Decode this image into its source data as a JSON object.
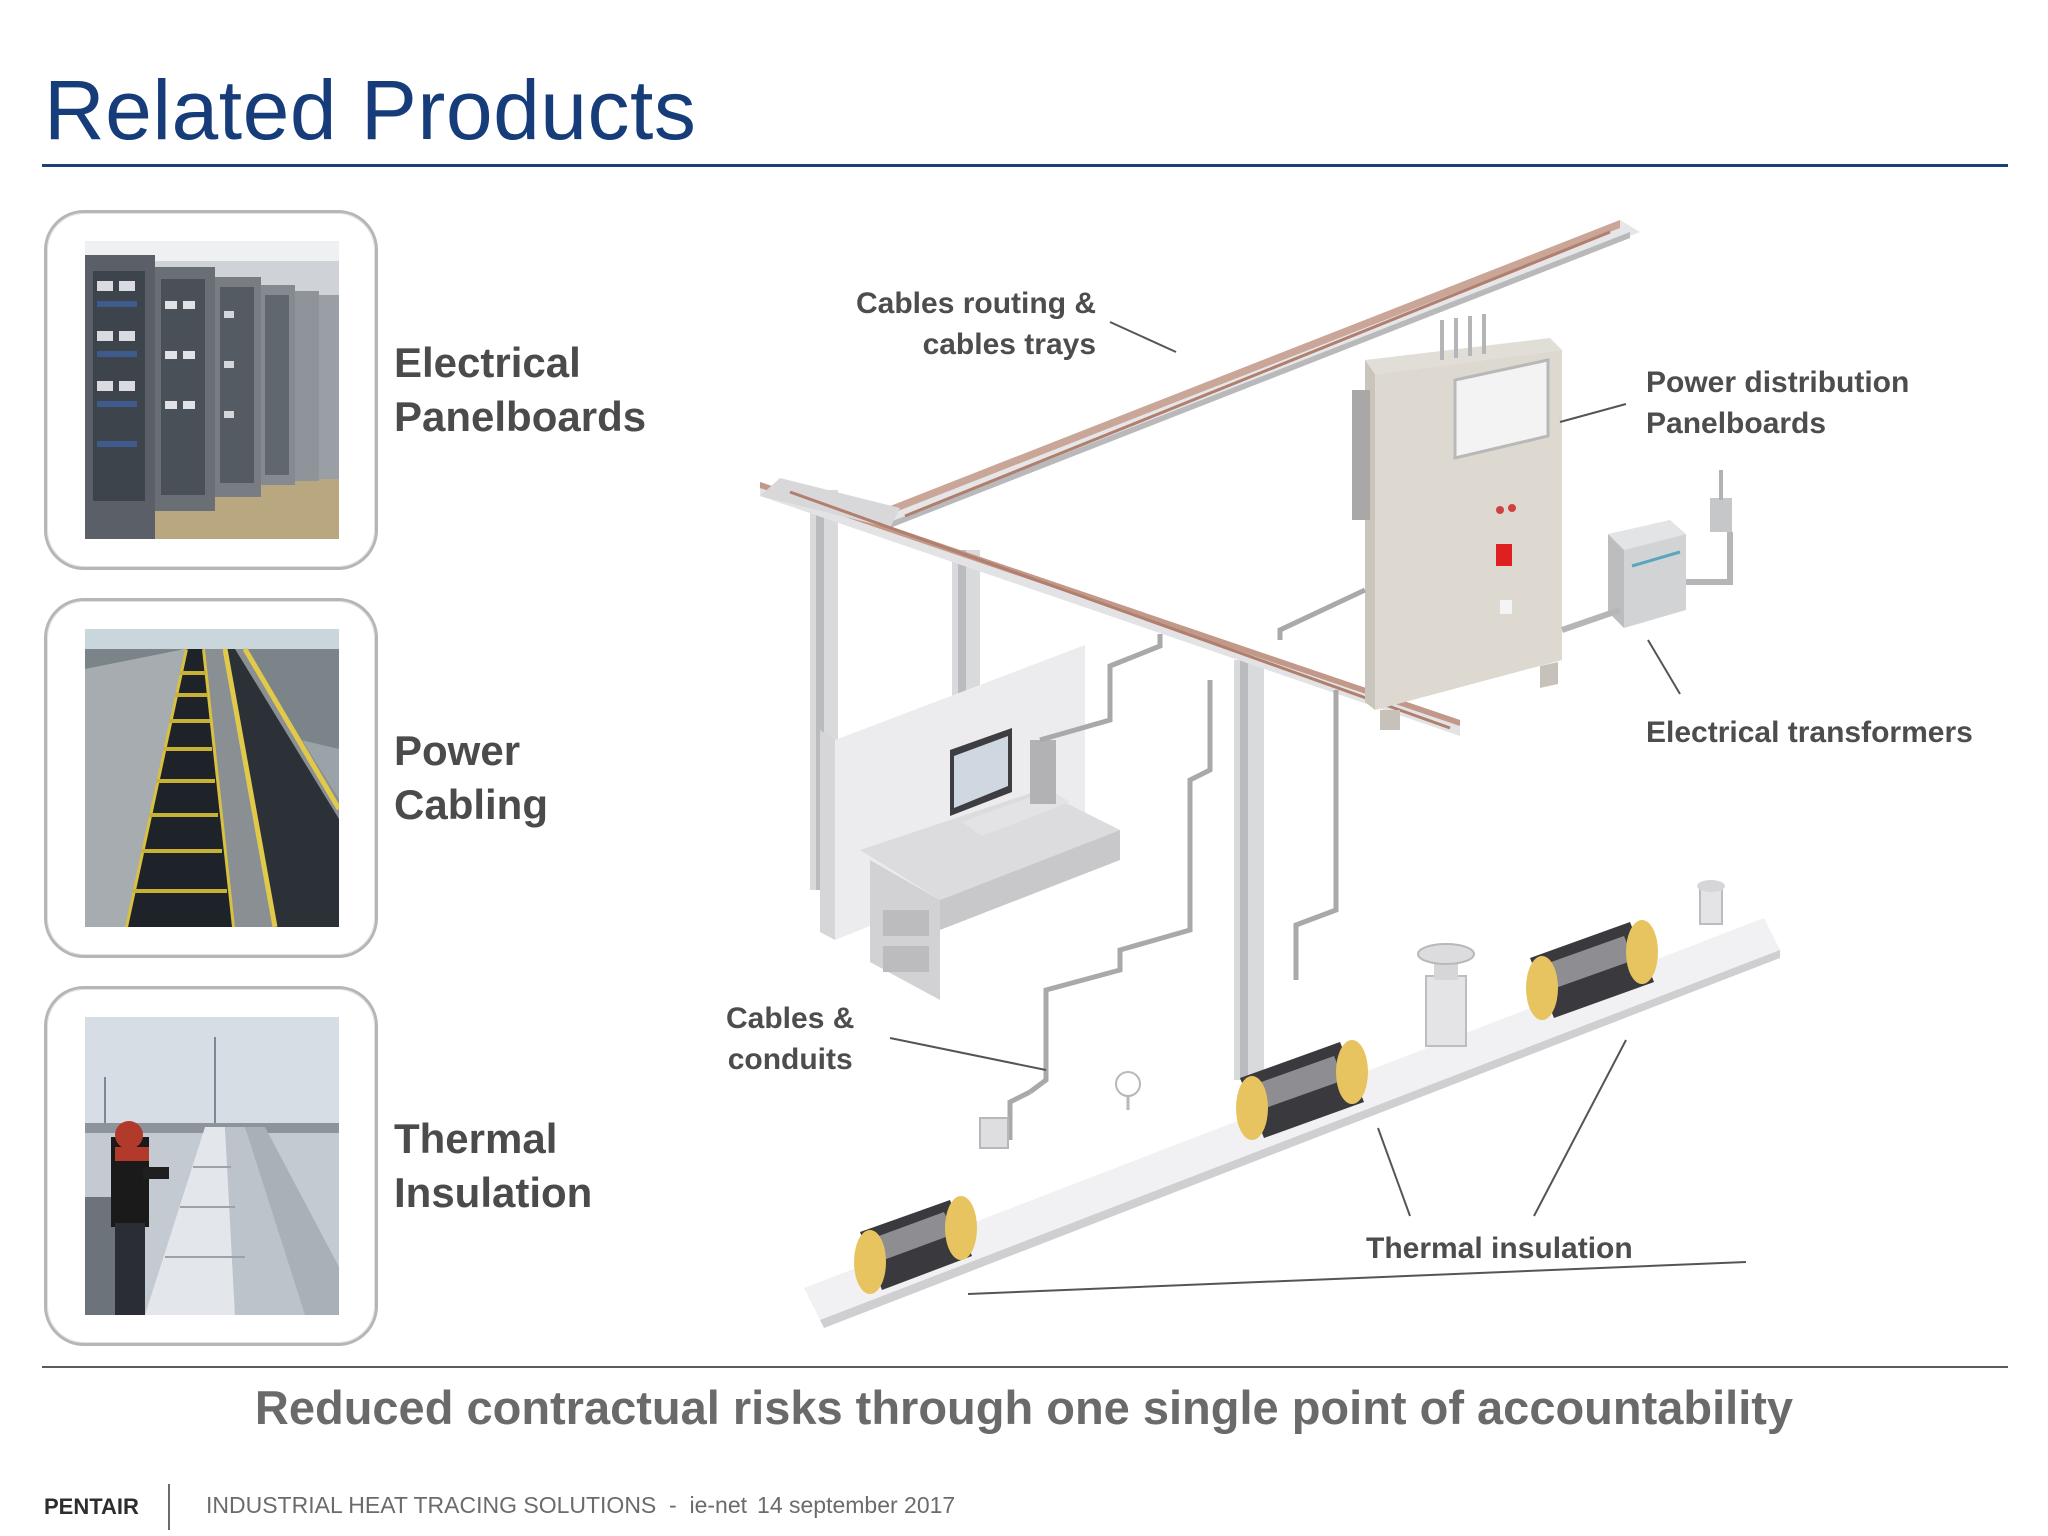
{
  "slide": {
    "title": "Related Products",
    "tagline": "Reduced contractual risks through one single point of accountability"
  },
  "products": [
    {
      "label_line1": "Electrical",
      "label_line2": "Panelboards",
      "photo": "server-room-panelboards-photo"
    },
    {
      "label_line1": "Power",
      "label_line2": "Cabling",
      "photo": "cable-tray-photo"
    },
    {
      "label_line1": "Thermal",
      "label_line2": "Insulation",
      "photo": "insulated-pipeline-photo"
    }
  ],
  "diagram": {
    "callouts": {
      "cable_trays_1": "Cables routing &",
      "cable_trays_2": "cables trays",
      "power_distribution_1": "Power distribution",
      "power_distribution_2": "Panelboards",
      "transformers": "Electrical transformers",
      "conduits_1": "Cables &",
      "conduits_2": "conduits",
      "thermal_insulation": "Thermal insulation"
    }
  },
  "footer": {
    "brand": "PENTAIR",
    "subtitle": "INDUSTRIAL HEAT TRACING SOLUTIONS  -  ie-net",
    "date": "14 september 2017"
  }
}
